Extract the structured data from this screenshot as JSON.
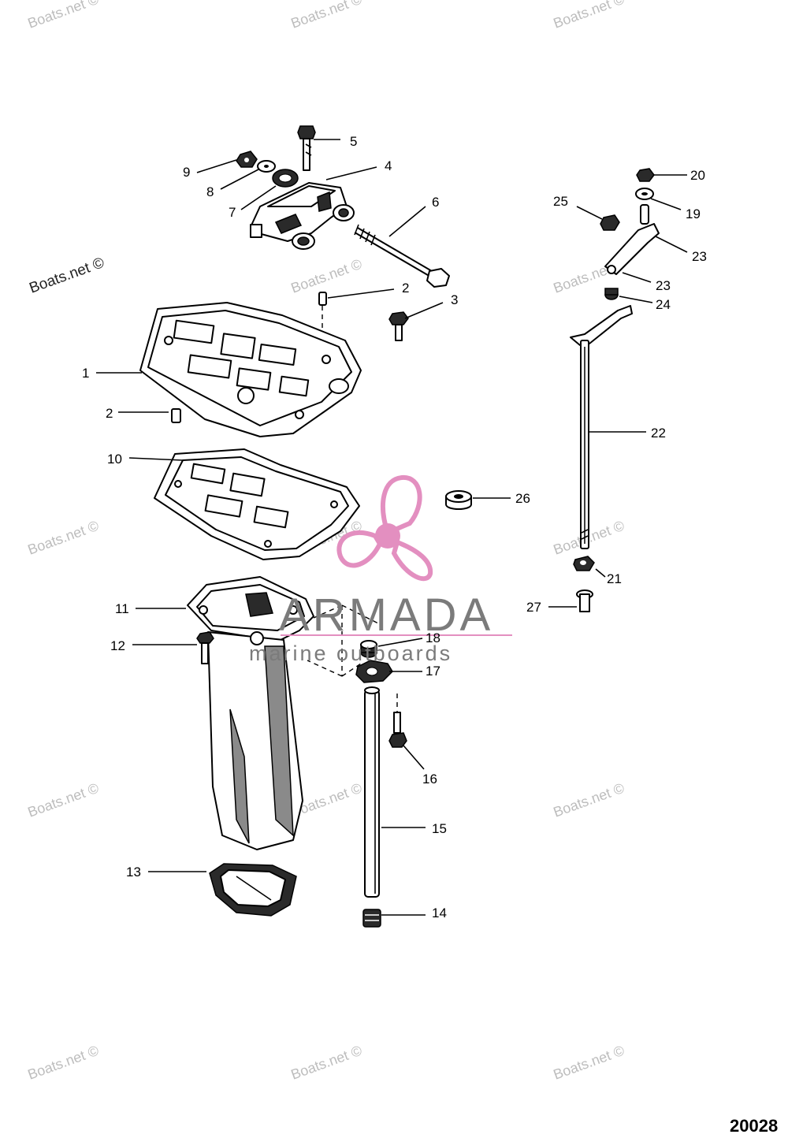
{
  "figure_number": "20028",
  "watermark": {
    "text": "Boats.net ©",
    "color": "#bdbdbd"
  },
  "logo": {
    "name": "ARMADA",
    "tagline": "marine outboards",
    "accent_color": "#e38fc0",
    "text_color": "#7b7b7b"
  },
  "callouts": [
    "1",
    "2",
    "2",
    "3",
    "4",
    "5",
    "6",
    "7",
    "8",
    "9",
    "10",
    "11",
    "12",
    "13",
    "14",
    "15",
    "16",
    "17",
    "18",
    "19",
    "20",
    "21",
    "22",
    "23",
    "23",
    "24",
    "25",
    "26",
    "27"
  ]
}
